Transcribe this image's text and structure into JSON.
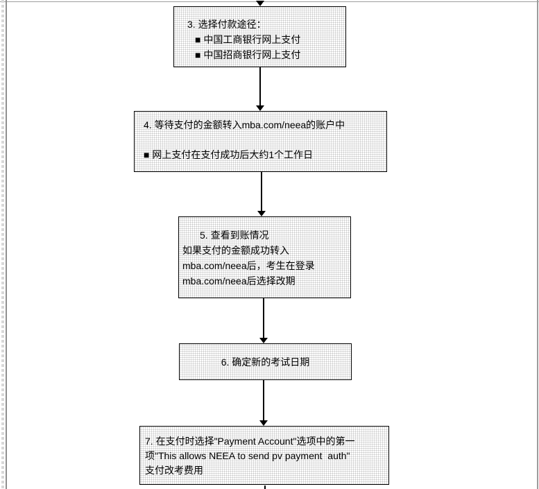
{
  "document": {
    "background_color": "#ffffff",
    "frame_line_color": "#9c9c9c"
  },
  "flowchart": {
    "box_border_color": "#000000",
    "box_fill_dot_color": "#c6c6c6",
    "connector_color": "#000000",
    "steps": [
      {
        "id": "step-3",
        "lines": [
          "3. 选择付款途径：",
          "■ 中国工商银行网上支付",
          "■ 中国招商银行网上支付"
        ]
      },
      {
        "id": "step-4",
        "lines": [
          "4. 等待支付的金额转入mba.com/neea的账户中",
          "■ 网上支付在支付成功后大约1个工作日"
        ]
      },
      {
        "id": "step-5",
        "lines": [
          "5. 查看到账情况",
          "如果支付的金额成功转入",
          "mba.com/neea后，考生在登录",
          "mba.com/neea后选择改期"
        ]
      },
      {
        "id": "step-6",
        "lines": [
          "6. 确定新的考试日期"
        ]
      },
      {
        "id": "step-7",
        "lines": [
          "7. 在支付时选择\"Payment Account\"选项中的第一",
          "项\"This allows NEEA to send pv payment  auth\"",
          "支付改考费用"
        ]
      }
    ]
  }
}
